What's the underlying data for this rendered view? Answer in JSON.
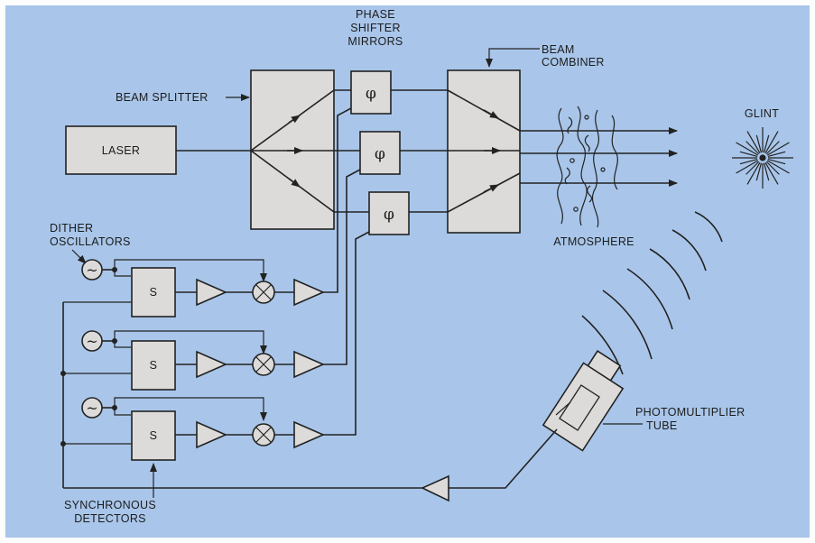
{
  "colors": {
    "background": "#a9c6ea",
    "border": "#ffffff",
    "box_fill": "#dcdbda",
    "line": "#222222"
  },
  "labels": {
    "phase_shifter": [
      "PHASE",
      "SHIFTER",
      "MIRRORS"
    ],
    "beam_combiner": [
      "BEAM",
      "COMBINER"
    ],
    "beam_splitter": "BEAM SPLITTER",
    "laser": "LASER",
    "glint": "GLINT",
    "dither_oscillators": [
      "DITHER",
      "OSCILLATORS"
    ],
    "atmosphere": "ATMOSPHERE",
    "photomultiplier_tube": [
      "PHOTOMULTIPLIER",
      "TUBE"
    ],
    "synchronous_detectors": [
      "SYNCHRONOUS",
      "DETECTORS"
    ],
    "phase_symbol": "φ",
    "detector_symbol": "S",
    "oscillator_symbol": "~"
  }
}
